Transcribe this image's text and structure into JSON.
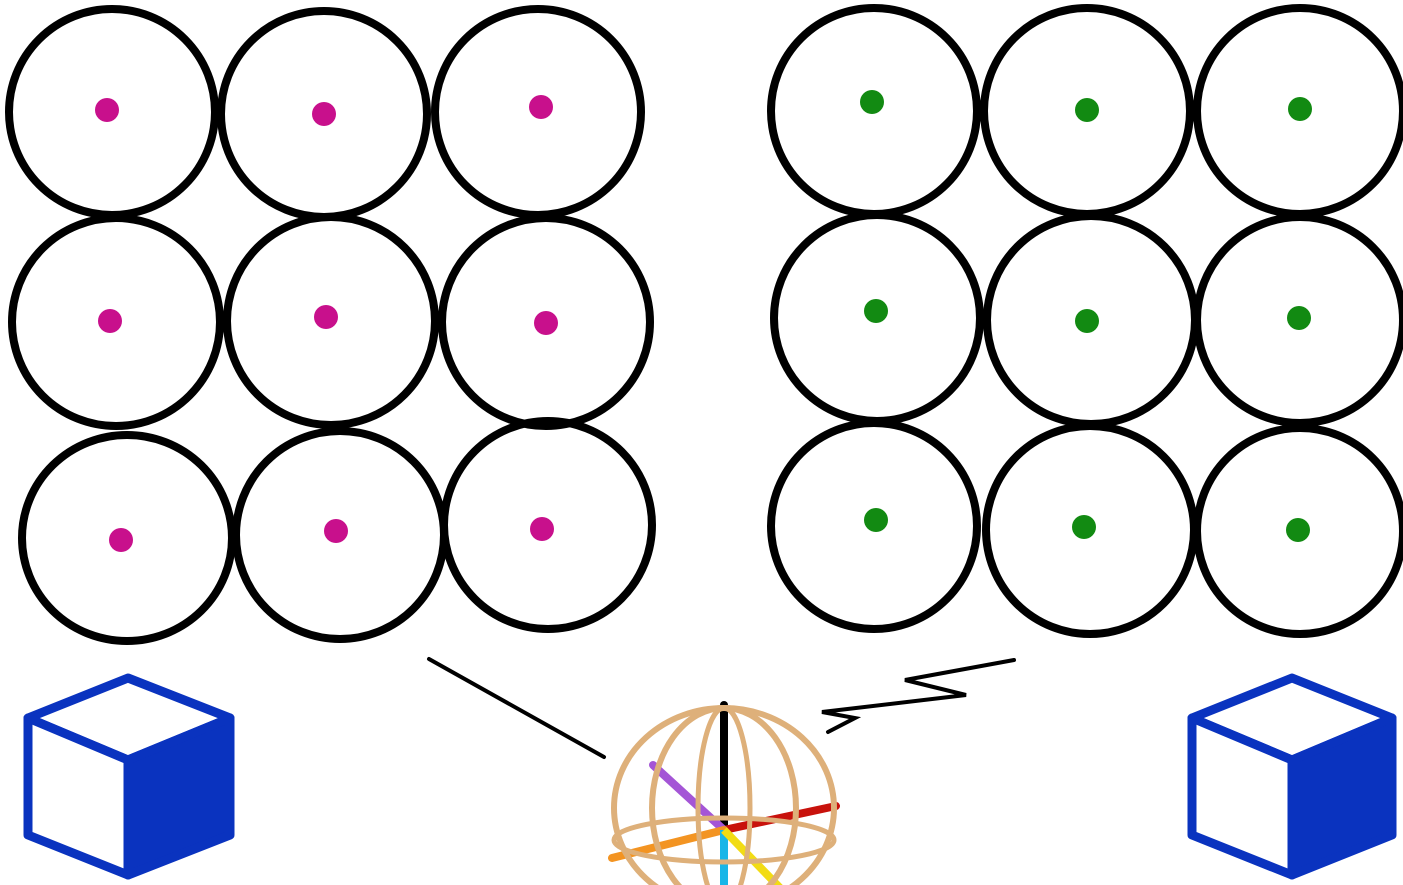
{
  "colors": {
    "background": "#ffffff",
    "outline": "#000000",
    "left_dot": "#c8108c",
    "right_dot": "#128a12",
    "cube": "#0a33bf",
    "sphere_wire": "#deb07a",
    "axis_vertical": "#000000",
    "axis_red": "#c8120c",
    "axis_purple": "#a455d6",
    "axis_orange": "#f39422",
    "axis_cyan": "#18b6e8",
    "axis_yellow": "#f2dc14"
  },
  "left_grid": {
    "rows": 3,
    "cols": 3,
    "dot_color_name": "magenta",
    "icon_name": "circle-with-dot"
  },
  "right_grid": {
    "rows": 3,
    "cols": 3,
    "dot_color_name": "green",
    "icon_name": "circle-with-dot"
  },
  "left_cube": {
    "icon_name": "cube-icon"
  },
  "right_cube": {
    "icon_name": "cube-icon"
  },
  "center_globe": {
    "icon_name": "axis-sphere-icon"
  },
  "left_connector": {
    "style": "straight"
  },
  "right_connector": {
    "style": "zigzag"
  }
}
